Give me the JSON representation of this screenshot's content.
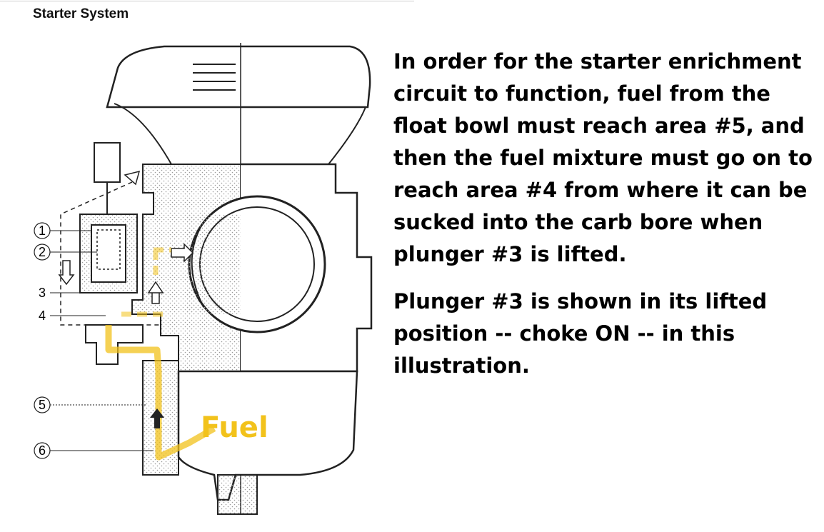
{
  "header": {
    "title": "Starter System"
  },
  "diagram": {
    "callouts": [
      "1",
      "2",
      "3",
      "4",
      "5",
      "6"
    ],
    "fuel_label": "Fuel",
    "colors": {
      "fuel_path": "#f2c21b",
      "linework": "#222222",
      "stipple": "#9a9a9a"
    }
  },
  "explanation": {
    "paragraph1_lines": [
      "In order for the starter enrichment",
      "circuit to function, fuel from the",
      "float bowl must reach area #5, and",
      "then the fuel mixture must go on to",
      "reach area #4 from where it can be",
      "sucked into the carb bore when",
      "plunger #3 is lifted."
    ],
    "paragraph2_lines": [
      "Plunger #3 is shown in its lifted",
      "position -- choke ON -- in this",
      "illustration."
    ]
  }
}
